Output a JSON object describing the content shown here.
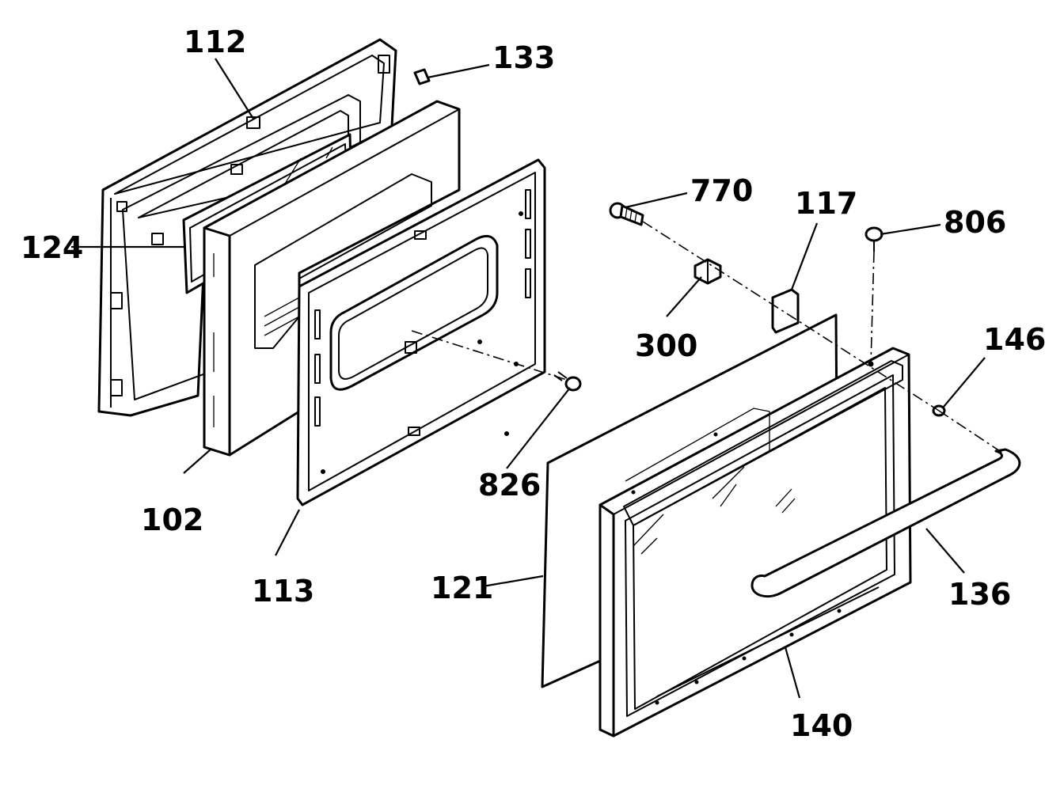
{
  "diagram": {
    "callouts": {
      "c112": "112",
      "c133": "133",
      "c124": "124",
      "c102": "102",
      "c113": "113",
      "c826": "826",
      "c770": "770",
      "c117": "117",
      "c806": "806",
      "c300": "300",
      "c146": "146",
      "c121": "121",
      "c136": "136",
      "c140": "140"
    }
  }
}
